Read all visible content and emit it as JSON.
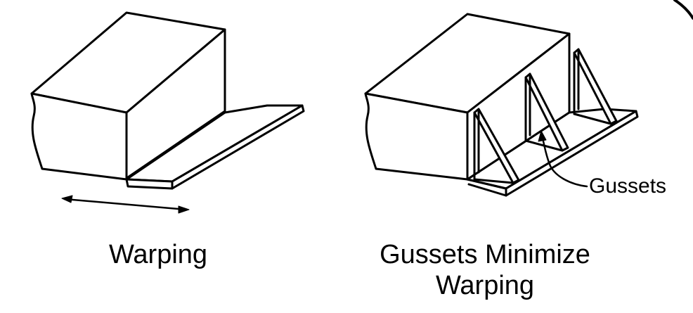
{
  "panels": {
    "left": {
      "caption": "Warping"
    },
    "right": {
      "caption_line1": "Gussets Minimize",
      "caption_line2": "Warping",
      "callout": "Gussets"
    }
  },
  "colors": {
    "ink": "#000000",
    "background": "#ffffff"
  }
}
